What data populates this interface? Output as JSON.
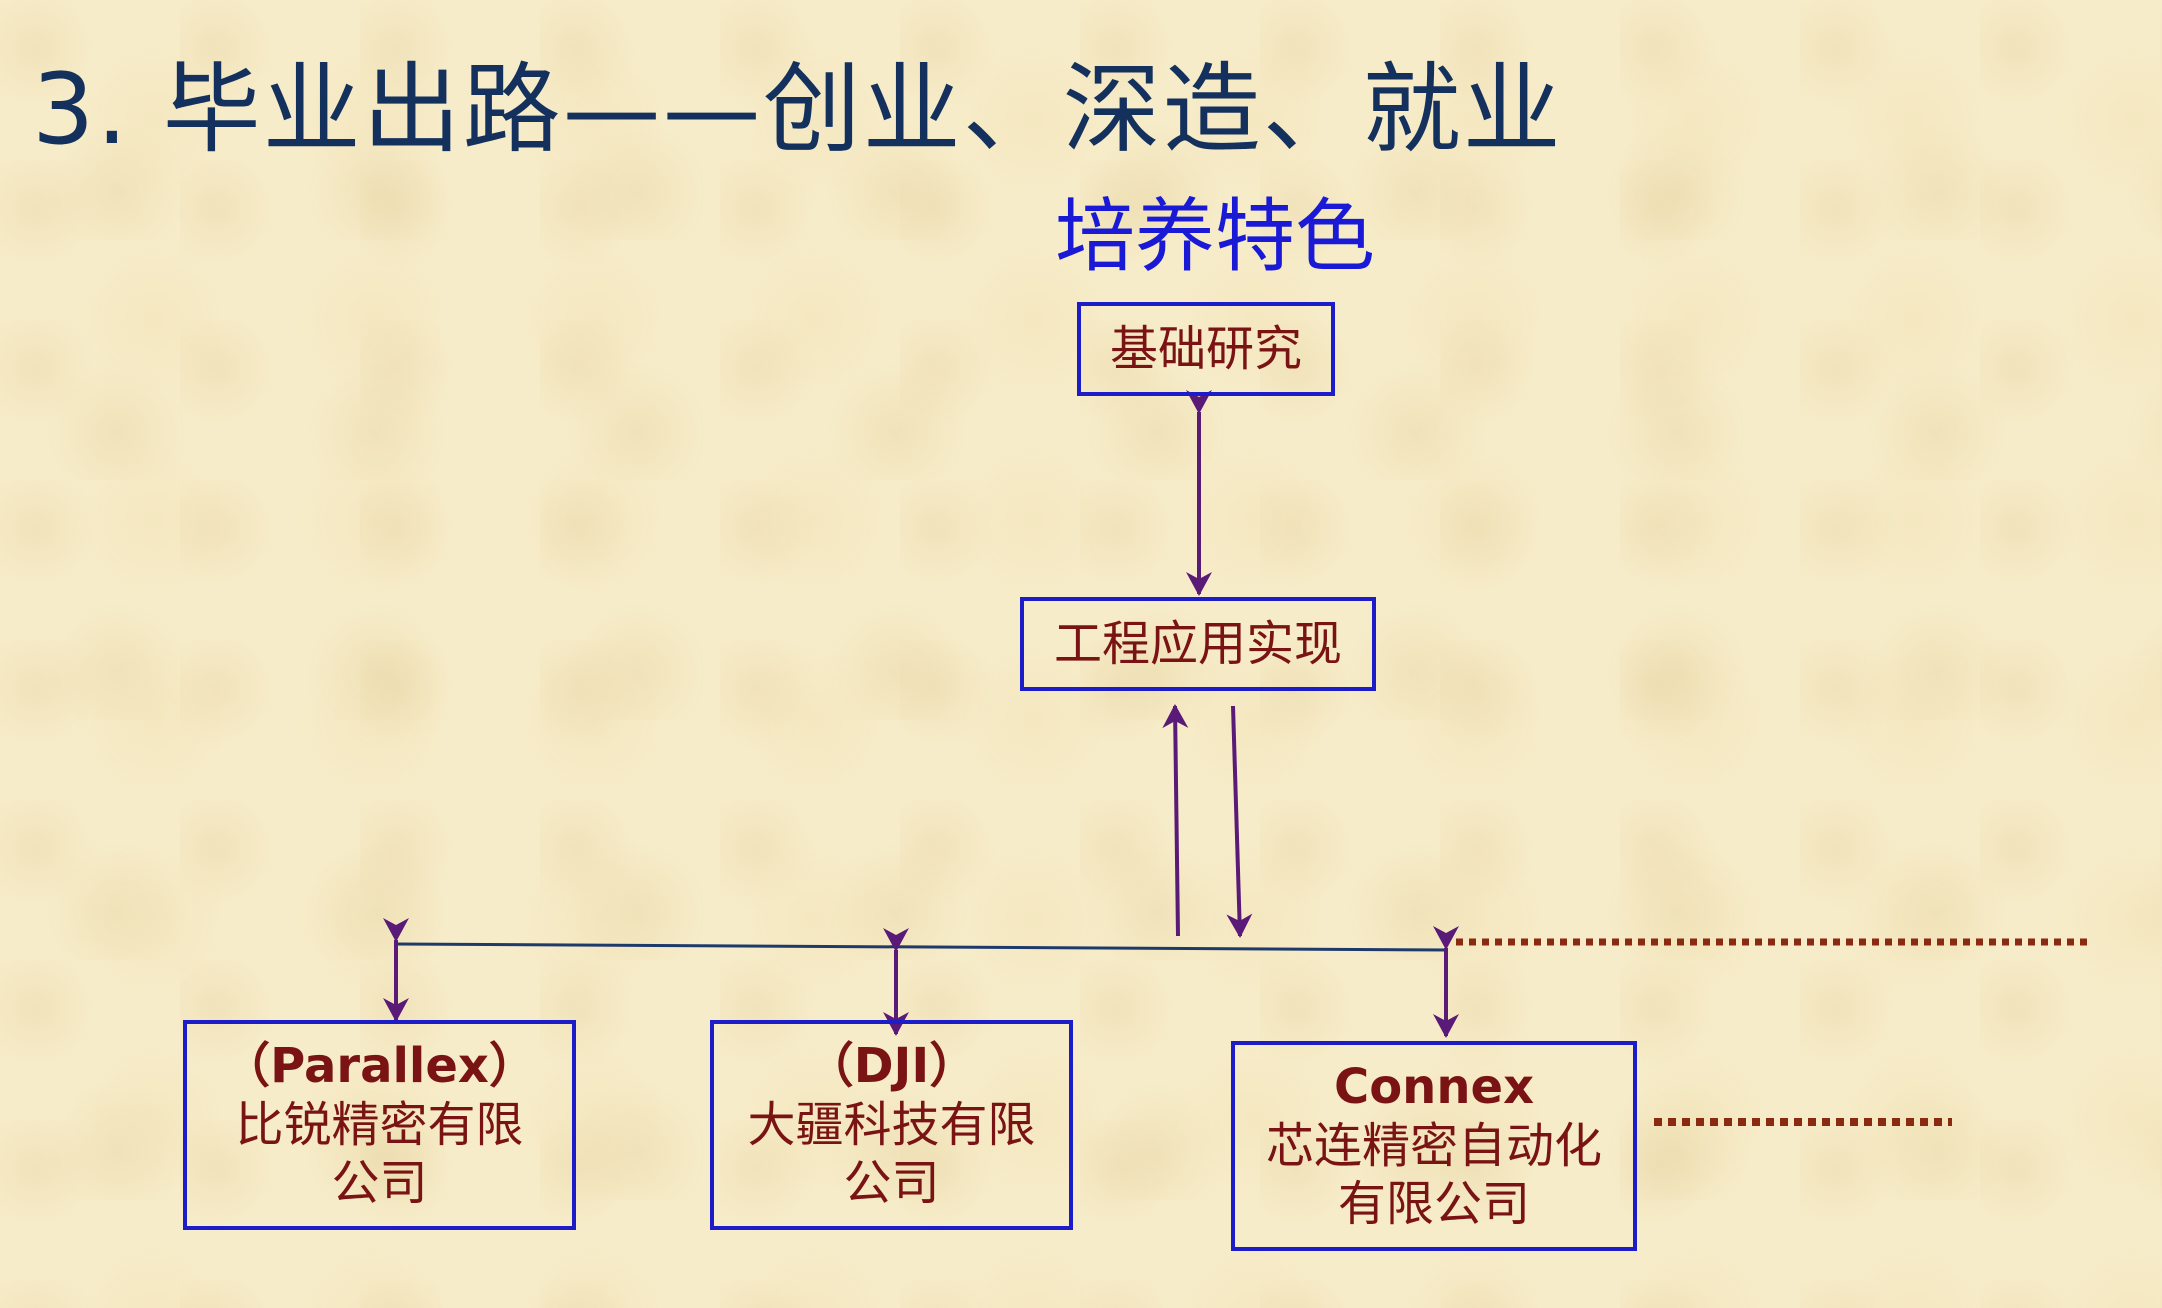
{
  "title": "3. 毕业出路——创业、深造、就业",
  "subtitle": "培养特色",
  "nodes": {
    "research": "基础研究",
    "engineering": "工程应用实现"
  },
  "companies": [
    {
      "en": "（Parallex）",
      "zh_line1": "比锐精密有限",
      "zh_line2": "公司"
    },
    {
      "en": "（DJI）",
      "zh_line1": "大疆科技有限",
      "zh_line2": "公司"
    },
    {
      "en": "Connex",
      "zh_line1": "芯连精密自动化",
      "zh_line2": "有限公司"
    }
  ],
  "colors": {
    "title": "#14315e",
    "subtitle": "#1a1ad6",
    "box_border": "#1c1cc8",
    "box_text": "#7a1414",
    "arrow": "#5a1a78",
    "connector_line": "#1e3a6a",
    "dotted": "#8a2a10"
  }
}
